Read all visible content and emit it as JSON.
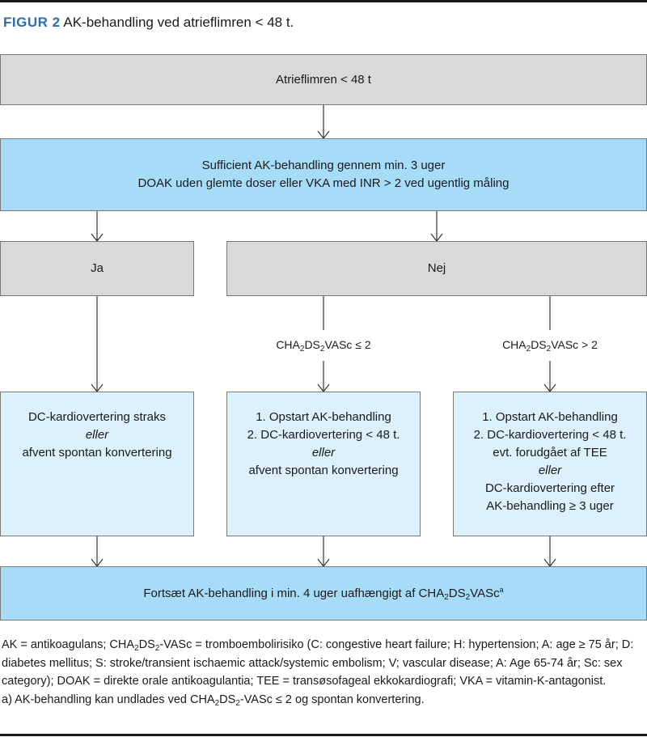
{
  "figure": {
    "label": "FIGUR 2",
    "title": "AK-behandling ved atrieflimren < 48 t."
  },
  "nodes": {
    "start": "Atrieflimren < 48 t",
    "sufficient": {
      "line1": "Sufficient AK-behandling gennem min. 3 uger",
      "line2": "DOAK uden glemte doser eller VKA med INR > 2 ved ugentlig måling"
    },
    "ja": "Ja",
    "nej": "Nej",
    "cond_low": {
      "pre": "CHA",
      "s1": "2",
      "mid": "DS",
      "s2": "2",
      "post": "VASc ≤ 2"
    },
    "cond_high": {
      "pre": "CHA",
      "s1": "2",
      "mid": "DS",
      "s2": "2",
      "post": "VASc > 2"
    },
    "outcome_ja": {
      "line1": "DC-kardiovertering straks",
      "line2": "eller",
      "line3": "afvent spontan konvertering"
    },
    "outcome_low": {
      "line1": "1. Opstart AK-behandling",
      "line2": "2. DC-kardiovertering < 48 t.",
      "line3": "eller",
      "line4": "afvent spontan konvertering"
    },
    "outcome_high": {
      "line1": "1. Opstart AK-behandling",
      "line2": "2. DC-kardiovertering < 48 t.",
      "line3": "evt. forudgået af TEE",
      "line4": "eller",
      "line5": "DC-kardiovertering efter",
      "line6": "AK-behandling ≥ 3 uger"
    },
    "final": {
      "pre": "Fortsæt AK-behandling i min. 4 uger uafhængigt af CHA",
      "s1": "2",
      "mid": "DS",
      "s2": "2",
      "post": "VASc",
      "sup": "a"
    }
  },
  "footnotes": {
    "abbrev": {
      "p1": "AK = antikoagulans; CHA",
      "s1": "2",
      "p2": "DS",
      "s2": "2",
      "p3": "-VASc = tromboembolirisiko (C: congestive heart failure; H: hypertension; A: age ≥ 75 år; D: diabetes mellitus; S: stroke/transient ischaemic attack/systemic embolism; V; vascular disease; A: Age 65-74 år; Sc: sex category); DOAK = direkte orale antikoagulantia; TEE = transøsofageal ekkokardiografi; VKA = vitamin-K-antagonist."
    },
    "note_a": {
      "p1": "a) AK-behandling kan undlades ved CHA",
      "s1": "2",
      "p2": "DS",
      "s2": "2",
      "p3": "-VASc ≤ 2 og spontan konvertering."
    }
  },
  "colors": {
    "title_label": "#2a6db0",
    "box_gray": "#d9d9d9",
    "box_blue": "#a6dcf7",
    "box_light_blue": "#dcf1fc",
    "border": "#7a7a7a",
    "line": "#333333"
  }
}
